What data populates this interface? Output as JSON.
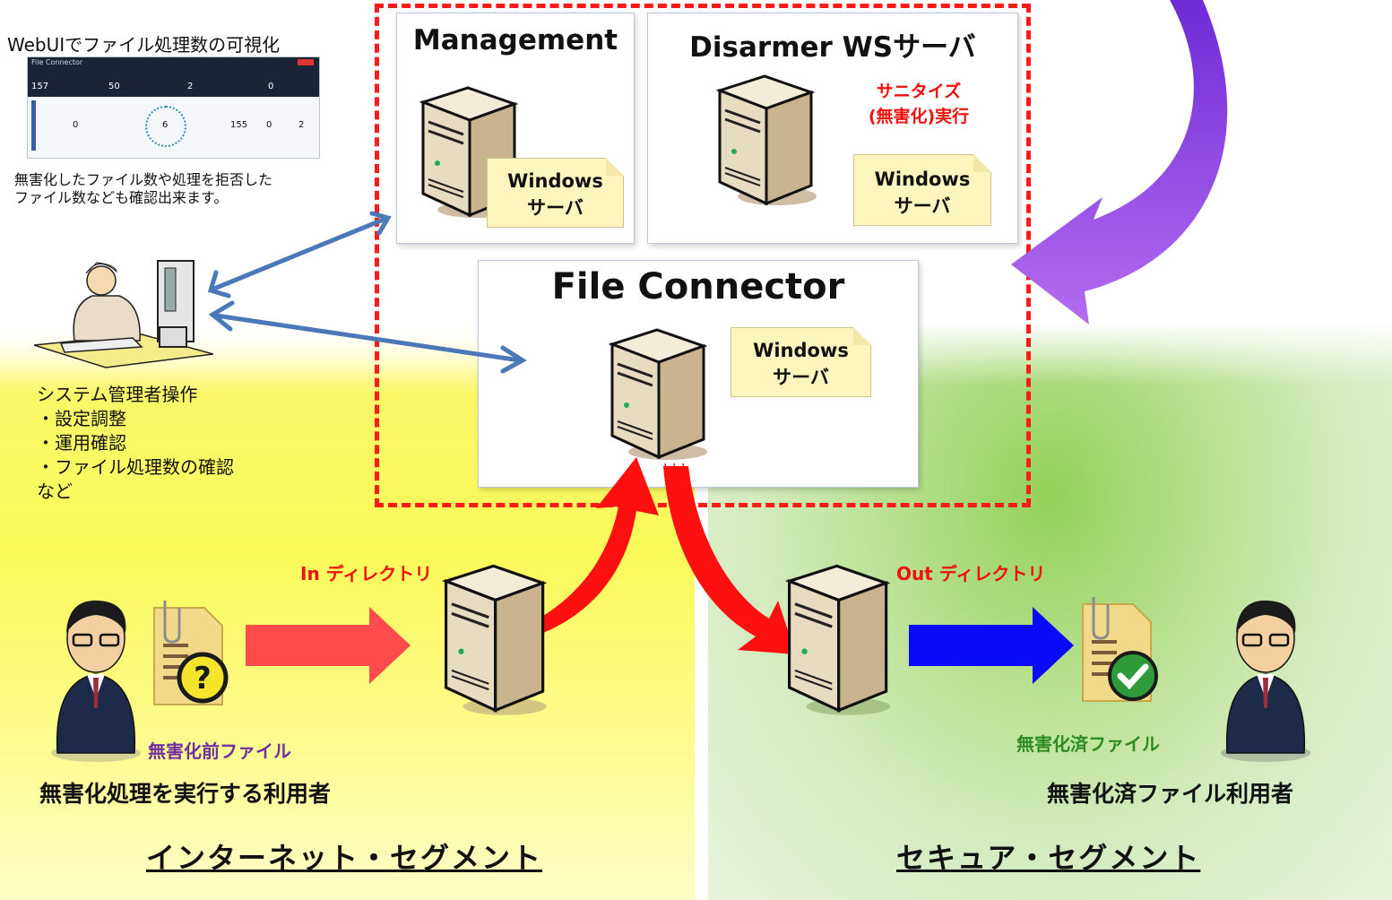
{
  "webui": {
    "heading": "WebUIでファイル処理数の可視化",
    "caption_line1": "無害化したファイル数や処理を拒否した",
    "caption_line2": "ファイル数なども確認出来ます。",
    "dashboard": {
      "title": "File Connector",
      "stats": [
        "157",
        "50",
        "2",
        "0"
      ],
      "stage_values": [
        "0",
        "6",
        "155",
        "0",
        "2"
      ]
    }
  },
  "admin": {
    "label": "システム管理者操作",
    "items": [
      "・設定調整",
      "・運用確認",
      "・ファイル処理数の確認"
    ],
    "footer": "など"
  },
  "servers": {
    "management": {
      "title": "Management",
      "note_line1": "Windows",
      "note_line2": "サーバ"
    },
    "disarmer": {
      "title": "Disarmer WSサーバ",
      "action_line1": "サニタイズ",
      "action_line2": "(無害化)実行",
      "note_line1": "Windows",
      "note_line2": "サーバ"
    },
    "file_connector": {
      "title": "File Connector",
      "note_line1": "Windows",
      "note_line2": "サーバ"
    }
  },
  "flow": {
    "in_dir": "In ディレクトリ",
    "out_dir": "Out ディレクトリ",
    "before_file": "無害化前ファイル",
    "after_file": "無害化済ファイル",
    "sender": "無害化処理を実行する利用者",
    "receiver": "無害化済ファイル利用者"
  },
  "segments": {
    "internet": "インターネット・セグメント",
    "secure": "セキュア・セグメント"
  },
  "colors": {
    "dashed_border": "#ff1a1a",
    "in_arrow": "#ff4b4b",
    "out_arrow": "#0a0afa",
    "link_arrow": "#4a78b8",
    "loop_arrow": "#9b39e0",
    "before_label": "#7030a0",
    "after_label": "#2e8b1f"
  }
}
